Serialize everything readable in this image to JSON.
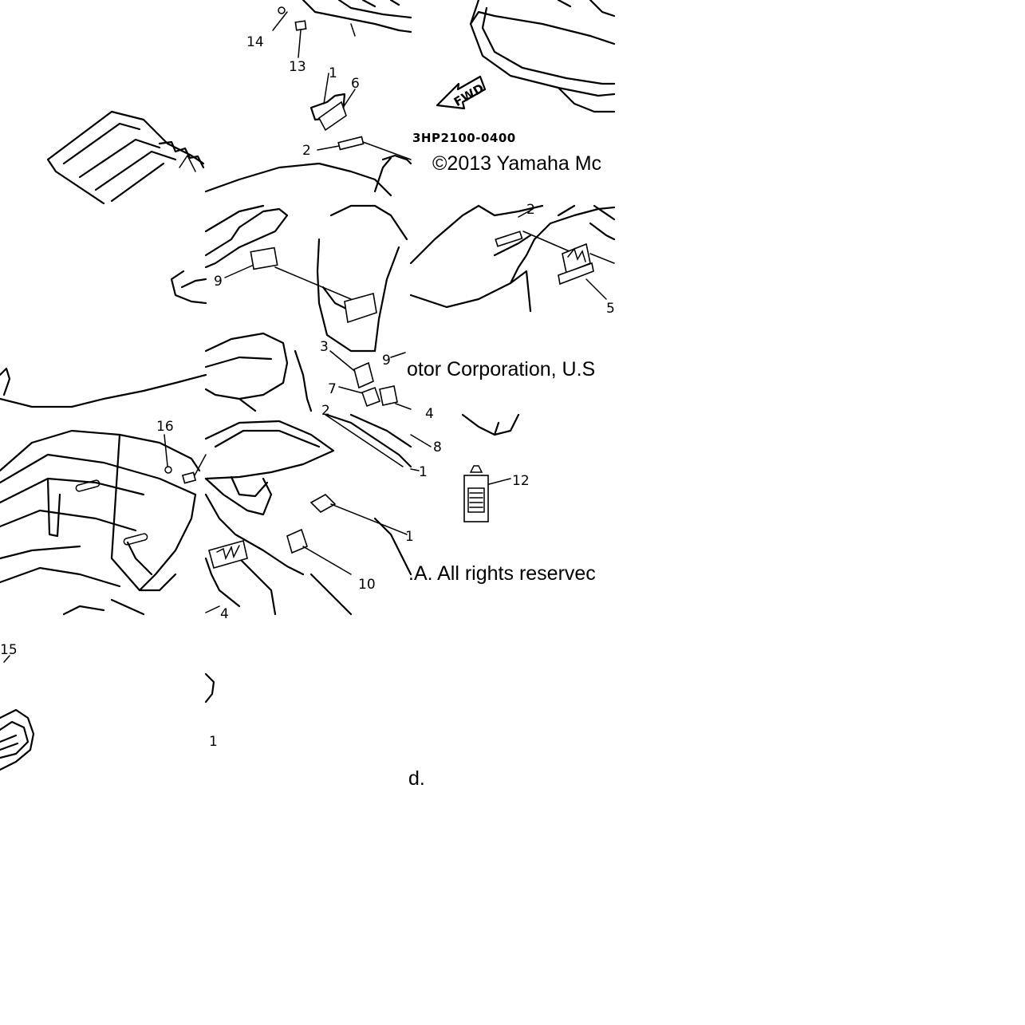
{
  "diagram": {
    "part_code": "3HP2100-0400",
    "arrow_text": "FWD",
    "copyright": {
      "line1": "©2013 Yamaha Mc",
      "line2": "otor Corporation, U.S",
      "line3": ".A. All rights reservec",
      "line4": "d."
    },
    "callouts": {
      "c1_top": "1",
      "c2_top": "2",
      "c3": "3",
      "c4": "4",
      "c5": "5",
      "c6": "6",
      "c7": "7",
      "c8": "8",
      "c9_left": "9",
      "c9_mid": "9",
      "c10": "10",
      "c11_mid": "1",
      "c11_right": "1",
      "c12": "12",
      "c13": "13",
      "c14": "14",
      "c15": "15",
      "c16": "16",
      "c2_right": "2",
      "c2_lower": "2",
      "c4_lower": "4",
      "c11_bottom": "1"
    }
  }
}
